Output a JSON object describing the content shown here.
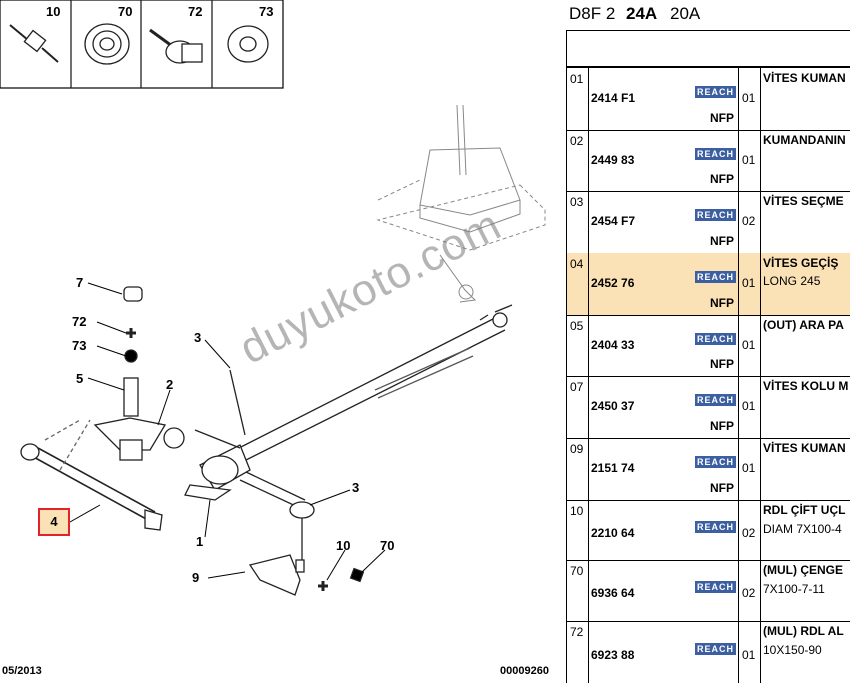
{
  "thumbnails": [
    {
      "label": "10",
      "icon": "stud-icon"
    },
    {
      "label": "70",
      "icon": "locking-nut-icon"
    },
    {
      "label": "72",
      "icon": "flanged-screw-icon"
    },
    {
      "label": "73",
      "icon": "washer-icon"
    }
  ],
  "callouts": {
    "c7": "7",
    "c72": "72",
    "c73": "73",
    "c5": "5",
    "c3a": "3",
    "c2": "2",
    "c4": "4",
    "c1": "1",
    "c3b": "3",
    "c9": "9",
    "c10": "10",
    "c70": "70"
  },
  "footer": {
    "date": "05/2013",
    "code": "00009260"
  },
  "watermark": "duyukoto.com",
  "header": {
    "part1": "D8F 2",
    "part2": "24A",
    "part3": "20A"
  },
  "badge": "REACH",
  "colors": {
    "highlight": "#fbe2b6",
    "reach_badge": "#3b5fa0",
    "callout_border": "#e2232a"
  },
  "rows": [
    {
      "idx": "01",
      "ref": "2414 F1",
      "nfp": "NFP",
      "qty": "01",
      "desc1": "VİTES KUMAN",
      "desc2": ""
    },
    {
      "idx": "02",
      "ref": "2449 83",
      "nfp": "NFP",
      "qty": "01",
      "desc1": "KUMANDANIN",
      "desc2": ""
    },
    {
      "idx": "03",
      "ref": "2454 F7",
      "nfp": "NFP",
      "qty": "02",
      "desc1": "VİTES SEÇME",
      "desc2": ""
    },
    {
      "idx": "04",
      "ref": "2452 76",
      "nfp": "NFP",
      "qty": "01",
      "desc1": "VİTES GEÇİŞ",
      "desc2": "LONG 245",
      "highlight": true
    },
    {
      "idx": "05",
      "ref": "2404 33",
      "nfp": "NFP",
      "qty": "01",
      "desc1": "(OUT) ARA PA",
      "desc2": ""
    },
    {
      "idx": "07",
      "ref": "2450 37",
      "nfp": "NFP",
      "qty": "01",
      "desc1": "VİTES KOLU M",
      "desc2": ""
    },
    {
      "idx": "09",
      "ref": "2151 74",
      "nfp": "NFP",
      "qty": "01",
      "desc1": "VİTES KUMAN",
      "desc2": ""
    },
    {
      "idx": "10",
      "ref": "2210 64",
      "nfp": "",
      "qty": "02",
      "desc1": "RDL ÇİFT UÇL",
      "desc2": "DIAM 7X100-4"
    },
    {
      "idx": "70",
      "ref": "6936 64",
      "nfp": "",
      "qty": "02",
      "desc1": "(MUL) ÇENGE",
      "desc2": "7X100-7-11"
    },
    {
      "idx": "72",
      "ref": "6923 88",
      "nfp": "",
      "qty": "01",
      "desc1": "(MUL) RDL AL",
      "desc2": "10X150-90"
    }
  ]
}
